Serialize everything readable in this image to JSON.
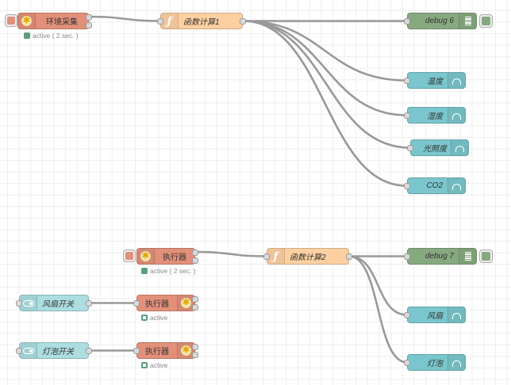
{
  "flow": {
    "nodes": {
      "sensor_collect": {
        "label": "环境采集",
        "type": "custom-inject",
        "icon": "gear-icon",
        "status": "active ( 2 sec. )",
        "status_shape": "dot"
      },
      "function1": {
        "label": "函数计算1",
        "type": "function",
        "icon": "function-icon"
      },
      "debug6": {
        "label": "debug 6",
        "type": "debug",
        "icon": "list-icon"
      },
      "gauge_temp": {
        "label": "温度",
        "type": "ui-gauge",
        "icon": "gauge-icon"
      },
      "gauge_humidity": {
        "label": "湿度",
        "type": "ui-gauge",
        "icon": "gauge-icon"
      },
      "gauge_light": {
        "label": "光照度",
        "type": "ui-gauge",
        "icon": "gauge-icon"
      },
      "gauge_co2": {
        "label": "CO2",
        "type": "ui-gauge",
        "icon": "gauge-icon"
      },
      "actuator_main": {
        "label": "执行器",
        "type": "custom-inject",
        "icon": "gear-icon",
        "status": "active ( 2 sec. )",
        "status_shape": "dot"
      },
      "function2": {
        "label": "函数计算2",
        "type": "function",
        "icon": "function-icon"
      },
      "debug7": {
        "label": "debug 7",
        "type": "debug",
        "icon": "list-icon"
      },
      "gauge_fan": {
        "label": "风扇",
        "type": "ui-gauge",
        "icon": "gauge-icon"
      },
      "gauge_bulb": {
        "label": "灯泡",
        "type": "ui-gauge",
        "icon": "gauge-icon"
      },
      "switch_fan": {
        "label": "风扇开关",
        "type": "ui-switch",
        "icon": "toggle-icon"
      },
      "actuator_fan": {
        "label": "执行器",
        "type": "custom-out",
        "icon": "gear-icon",
        "status": "active",
        "status_shape": "ring"
      },
      "switch_bulb": {
        "label": "灯泡开关",
        "type": "ui-switch",
        "icon": "toggle-icon"
      },
      "actuator_bulb": {
        "label": "执行器",
        "type": "custom-out",
        "icon": "gear-icon",
        "status": "active",
        "status_shape": "ring"
      }
    },
    "wires": [
      [
        "sensor_collect",
        "function1"
      ],
      [
        "function1",
        "debug6"
      ],
      [
        "function1",
        "gauge_temp"
      ],
      [
        "function1",
        "gauge_humidity"
      ],
      [
        "function1",
        "gauge_light"
      ],
      [
        "function1",
        "gauge_co2"
      ],
      [
        "actuator_main",
        "function2"
      ],
      [
        "function2",
        "debug7"
      ],
      [
        "function2",
        "gauge_fan"
      ],
      [
        "function2",
        "gauge_bulb"
      ],
      [
        "switch_fan",
        "actuator_fan"
      ],
      [
        "switch_bulb",
        "actuator_bulb"
      ]
    ]
  },
  "colors": {
    "sensor": "#e2907a",
    "function": "#fdd0a2",
    "debug": "#87a980",
    "gauge": "#7ac6cc",
    "switch": "#acdde0",
    "status_green": "#5a9e7c",
    "wire": "#999999"
  },
  "icons": {
    "gear": "✱"
  }
}
